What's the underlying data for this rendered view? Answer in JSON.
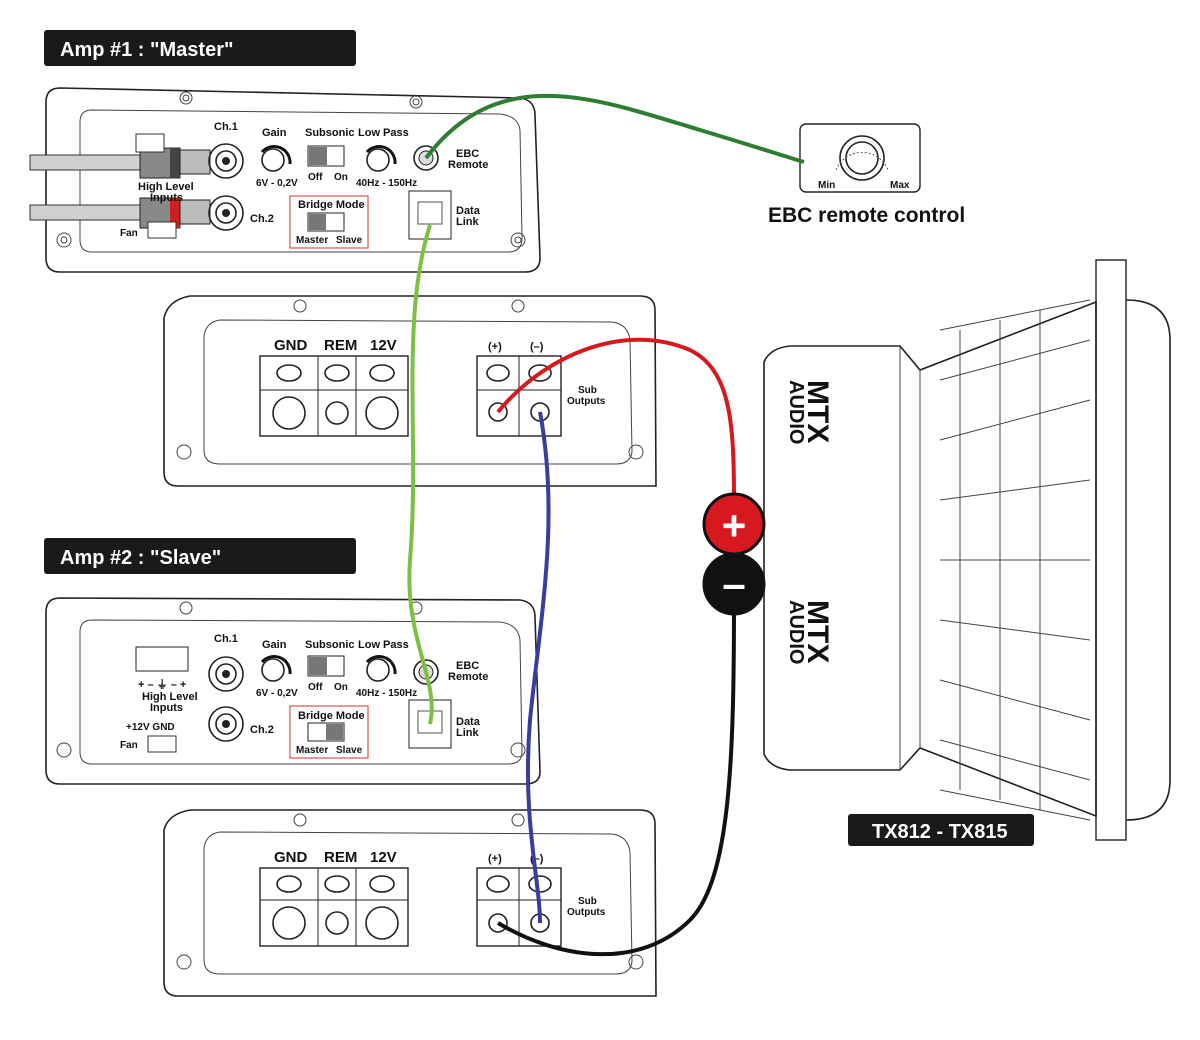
{
  "amp1": {
    "title": "Amp #1 : \"Master\"",
    "ch1": "Ch.1",
    "ch2": "Ch.2",
    "gain": "Gain",
    "gain_range": "6V - 0,2V",
    "subsonic": "Subsonic",
    "off": "Off",
    "on": "On",
    "low_pass": "Low Pass",
    "lp_range": "40Hz - 150Hz",
    "ebc_line1": "EBC",
    "ebc_line2": "Remote",
    "data_line1": "Data",
    "data_line2": "Link",
    "high_level_line1": "High Level",
    "high_level_line2": "Inputs",
    "fan": "Fan",
    "bridge_mode": "Bridge Mode",
    "master": "Master",
    "slave": "Slave"
  },
  "amp1_power": {
    "gnd": "GND",
    "rem": "REM",
    "v12": "12V",
    "plus": "(+)",
    "minus": "(–)",
    "sub_line1": "Sub",
    "sub_line2": "Outputs"
  },
  "amp2": {
    "title": "Amp #2 : \"Slave\"",
    "ch1": "Ch.1",
    "ch2": "Ch.2",
    "gain": "Gain",
    "gain_range": "6V - 0,2V",
    "subsonic": "Subsonic",
    "off": "Off",
    "on": "On",
    "low_pass": "Low Pass",
    "lp_range": "40Hz - 150Hz",
    "ebc_line1": "EBC",
    "ebc_line2": "Remote",
    "data_line1": "Data",
    "data_line2": "Link",
    "high_level_line1": "High Level",
    "high_level_line2": "Inputs",
    "pin_symbols": "+ –  ⏚  – +",
    "fan": "Fan",
    "fan_pins": "+12V  GND",
    "bridge_mode": "Bridge Mode",
    "master": "Master",
    "slave": "Slave"
  },
  "amp2_power": {
    "gnd": "GND",
    "rem": "REM",
    "v12": "12V",
    "plus": "(+)",
    "minus": "(–)",
    "sub_line1": "Sub",
    "sub_line2": "Outputs"
  },
  "remote": {
    "label": "EBC remote control",
    "min": "Min",
    "max": "Max"
  },
  "speaker": {
    "model": "TX812 - TX815",
    "brand_line1": "MTX",
    "brand_line2": "AUDIO"
  },
  "terminals": {
    "positive": "+",
    "negative": "–"
  },
  "colors": {
    "banner": "#1a1a1a",
    "ebc_cable": "#2e7d32",
    "data_cable": "#7cc242",
    "positive_wire": "#d7191f",
    "negative_wire": "#3a3d9c",
    "speaker_negative_wire": "#111111",
    "bridge_box": "#d9534f"
  }
}
